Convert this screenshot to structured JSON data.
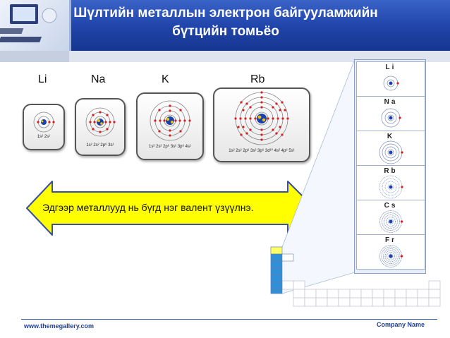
{
  "slide": {
    "title_line1": "Шүлтийн металлын электрон байгууламжийн",
    "title_line2": "бүтцийн томьёо"
  },
  "atoms": [
    {
      "symbol": "Li",
      "config": "1s² 2s¹"
    },
    {
      "symbol": "Na",
      "config": "1s² 2s² 2p⁶ 3s¹"
    },
    {
      "symbol": "K",
      "config": "1s² 2s² 2p⁶ 3s² 3p⁶ 4s¹"
    },
    {
      "symbol": "Rb",
      "config": "1s² 2s² 2p⁶ 3s² 3p⁶ 3d¹⁰ 4s² 4p⁶ 5s¹"
    }
  ],
  "callout": "Эдгээр металлууд нь бүгд нэг валент үзүүлнэ.",
  "group_panel": [
    "Li",
    "Na",
    "K",
    "Rb",
    "Cs",
    "Fr"
  ],
  "footer": {
    "website": "www.themegallery.com",
    "company": "Company Name"
  },
  "colors": {
    "header_blue": "#1f43a8",
    "arrow_fill": "#ffff00",
    "nucleus": "#1a3fb3",
    "electron": "#d21f1f"
  }
}
